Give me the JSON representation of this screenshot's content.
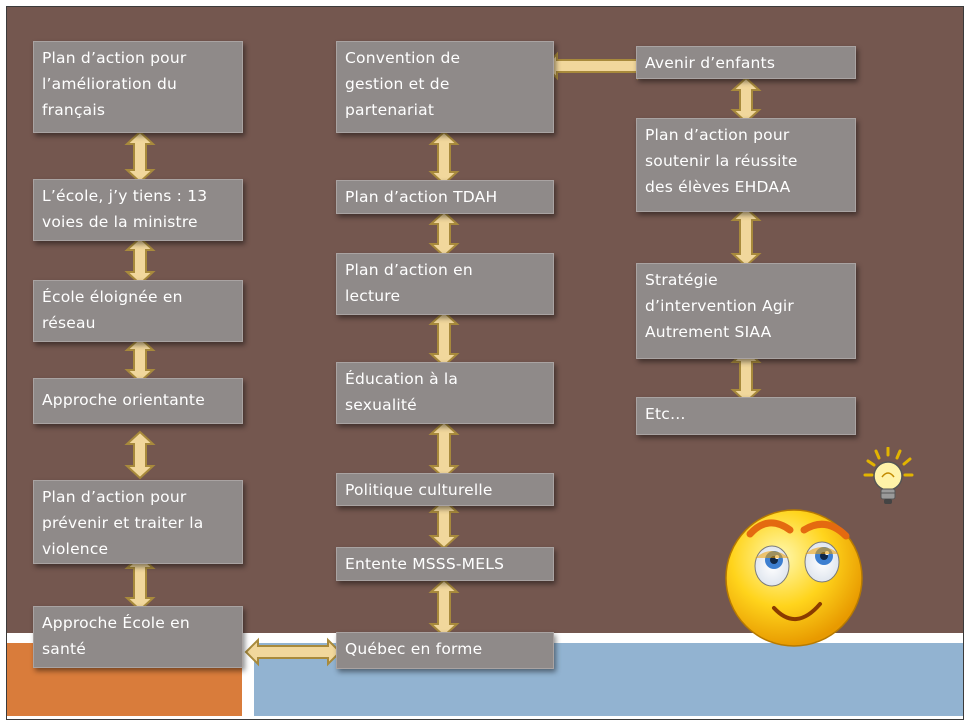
{
  "colors": {
    "background": "#74574f",
    "box_fill": "#8f8a89",
    "arrow_fill": "#f1d79c",
    "arrow_stroke": "#a88a3c",
    "footer_orange": "#d97c3b",
    "footer_blue": "#92b3d1"
  },
  "columns": [
    {
      "boxes": [
        {
          "lines": [
            "Plan d’action pour",
            "l’amélioration du",
            "français"
          ]
        },
        {
          "lines": [
            "L’école, j’y tiens : 13",
            "voies de la ministre"
          ]
        },
        {
          "lines": [
            "École éloignée en",
            "réseau"
          ]
        },
        {
          "lines": [
            "Approche orientante"
          ]
        },
        {
          "lines": [
            "Plan d’action pour",
            "prévenir et traiter la",
            "violence"
          ]
        },
        {
          "lines": [
            "Approche École en",
            "santé"
          ]
        }
      ]
    },
    {
      "boxes": [
        {
          "lines": [
            "Convention de",
            "gestion et de",
            "partenariat"
          ]
        },
        {
          "lines": [
            "Plan d’action TDAH"
          ]
        },
        {
          "lines": [
            "Plan d’action en",
            "lecture"
          ]
        },
        {
          "lines": [
            "Éducation à la",
            "sexualité"
          ]
        },
        {
          "lines": [
            "Politique culturelle"
          ]
        },
        {
          "lines": [
            "Entente MSSS-MELS"
          ]
        },
        {
          "lines": [
            "Québec en forme"
          ]
        }
      ]
    },
    {
      "boxes": [
        {
          "lines": [
            "Avenir d’enfants"
          ]
        },
        {
          "lines": [
            "Plan d’action pour",
            "soutenir la réussite",
            "des élèves EHDAA"
          ]
        },
        {
          "lines": [
            "Stratégie",
            "d’intervention Agir",
            "Autrement SIAA"
          ]
        },
        {
          "lines": [
            "Etc…"
          ]
        }
      ]
    }
  ],
  "icons": [
    "smiley-face-icon",
    "lightbulb-icon"
  ]
}
